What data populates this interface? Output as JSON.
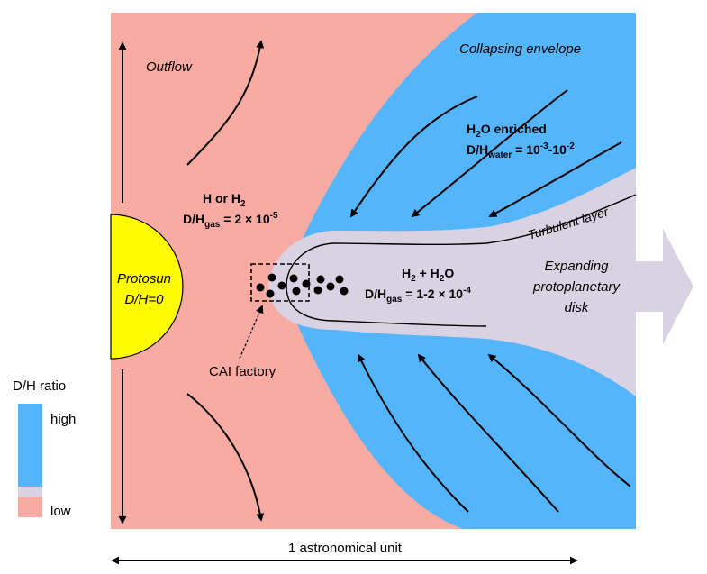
{
  "colors": {
    "outflow": "#f8aba3",
    "envelope": "#55b5fb",
    "disk": "#d9d2e2",
    "protosun": "#fffb00",
    "arrow": "#000000"
  },
  "labels": {
    "outflow": "Outflow",
    "collapsing_envelope": "Collapsing envelope",
    "water_enriched": "H2O enriched",
    "water_dh": "D/Hwater = 10-3-10-2",
    "hydrogen": "H or H2",
    "gas_dh": "D/Hgas = 2 × 10-5",
    "turbulent_layer": "Turbulent layer",
    "disk_composition": "H2 + H2O",
    "disk_dh": "D/Hgas = 1-2 × 10-4",
    "protosun_line1": "Protosun",
    "protosun_line2": "D/H=0",
    "expanding_line1": "Expanding",
    "expanding_line2": "protoplanetary",
    "expanding_line3": "disk",
    "cai_factory": "CAI factory",
    "scale": "1 astronomical unit"
  },
  "rich": {
    "water_enriched": {
      "a": "H",
      "sub": "2",
      "b": "O enriched"
    },
    "water_dh": {
      "a": "D/H",
      "sub": "water",
      "b": " = 10",
      "sup1": "-3",
      "c": "-10",
      "sup2": "-2"
    },
    "hydrogen": {
      "a": "H or H",
      "sub": "2"
    },
    "gas_dh": {
      "a": "D/H",
      "sub": "gas",
      "b": " = 2 × 10",
      "sup": "-5"
    },
    "disk_composition": {
      "a": "H",
      "sub1": "2",
      "b": " + H",
      "sub2": "2",
      "c": "O"
    },
    "disk_dh": {
      "a": "D/H",
      "sub": "gas",
      "b": " = 1-2 × 10",
      "sup": "-4"
    }
  },
  "legend": {
    "title": "D/H ratio",
    "high": "high",
    "low": "low"
  }
}
